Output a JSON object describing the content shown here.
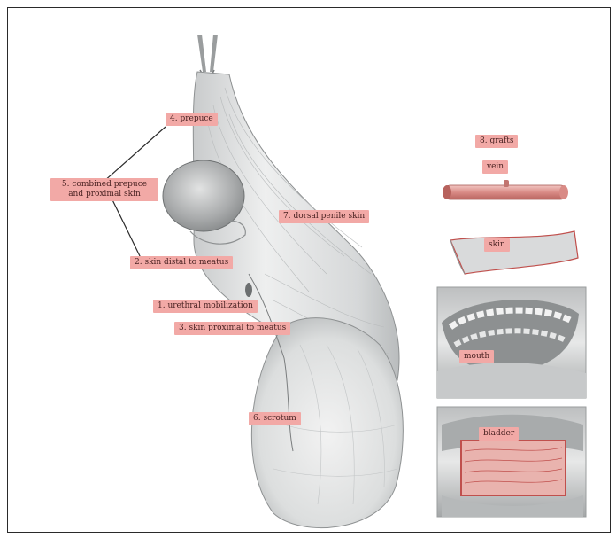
{
  "labels": {
    "prepuce": "4. prepuce",
    "combined_prepuce": "5. combined prepuce and proximal skin",
    "dorsal_penile_skin": "7. dorsal penile skin",
    "skin_distal": "2. skin distal to meatus",
    "urethral_mobilization": "1. urethral mobilization",
    "skin_proximal": "3. skin proximal to meatus",
    "scrotum": "6. scrotum",
    "grafts": "8. grafts",
    "vein": "vein",
    "skin_graft": "skin",
    "mouth": "mouth",
    "bladder": "bladder"
  },
  "colors": {
    "label_bg": "#f2a9a6",
    "label_text": "#4a2222",
    "tissue_red": "#c0504d"
  }
}
